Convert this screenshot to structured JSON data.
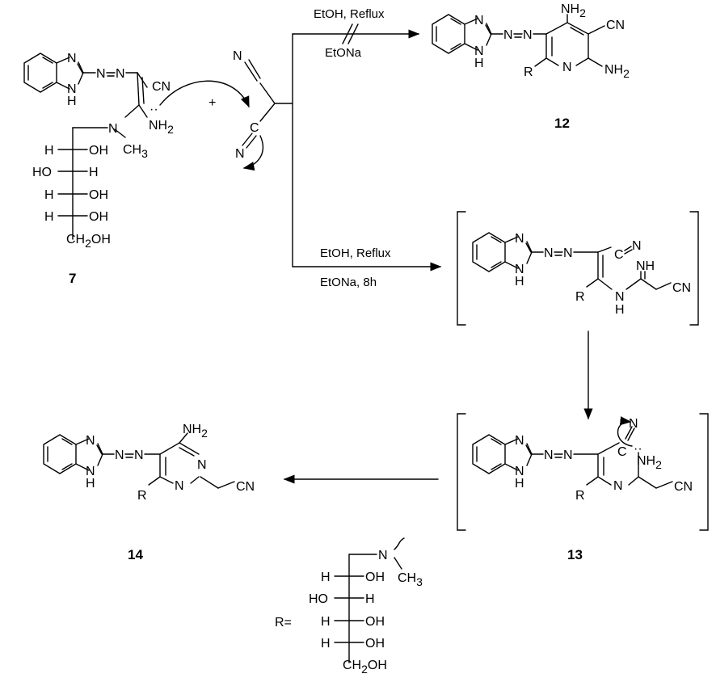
{
  "compounds": {
    "c7": "7",
    "c12": "12",
    "c13": "13",
    "c14": "14"
  },
  "conditions": {
    "top_above": "EtOH, Reflux",
    "top_below": "EtONa",
    "mid_above": "EtOH, Reflux",
    "mid_below": "EtONa, 8h"
  },
  "plus": "+",
  "r_label": "R=",
  "atoms": {
    "N": "N",
    "H": "H",
    "NH": "NH",
    "CN": "CN",
    "C": "C",
    "R": "R",
    "NH2": "NH",
    "sub2": "2",
    "sub3": "3",
    "OH": "OH",
    "HO": "HO",
    "CH": "CH",
    "CH2OH_a": "CH",
    "CH2OH_b": "OH",
    "lone_pair": "··"
  }
}
